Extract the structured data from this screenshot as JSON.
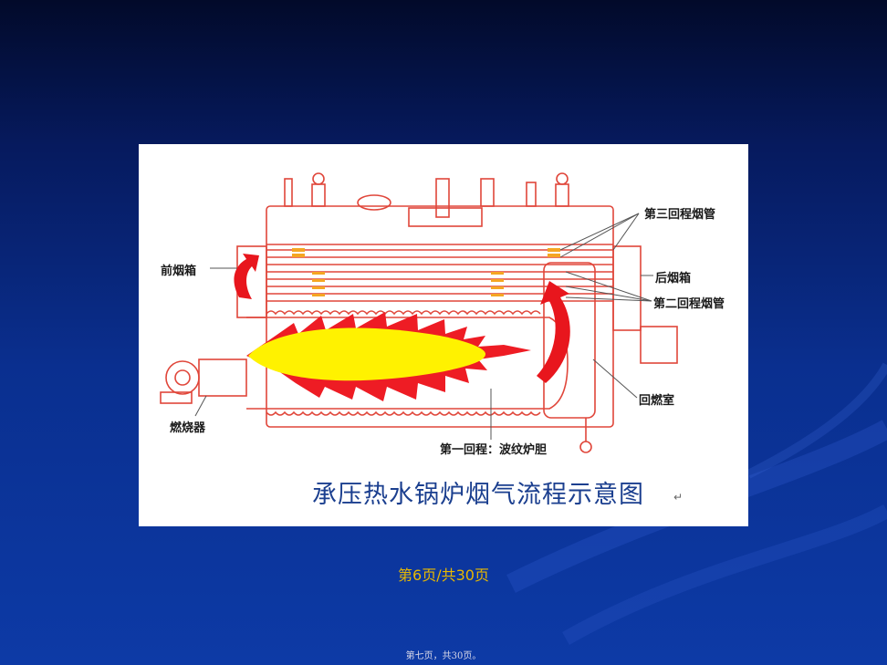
{
  "slide": {
    "diagram": {
      "labels": {
        "front_smoke_box": "前烟箱",
        "third_pass_tubes": "第三回程烟管",
        "rear_smoke_box": "后烟箱",
        "second_pass_tubes": "第二回程烟管",
        "reversal_chamber": "回燃室",
        "burner": "燃烧器",
        "first_pass_furnace": "第一回程：波纹炉胆"
      },
      "caption": "承压热水锅炉烟气流程示意图",
      "caption_mark": "↵",
      "colors": {
        "outline": "#e0463a",
        "flame_outer": "#ee1c24",
        "flame_core": "#fff200",
        "arrow": "#e8161d",
        "tube_marker": "#f5a623",
        "caption": "#1b3f8f"
      }
    },
    "page_counter": "第6页/共30页",
    "footer_note": "第七页，共30页。"
  }
}
